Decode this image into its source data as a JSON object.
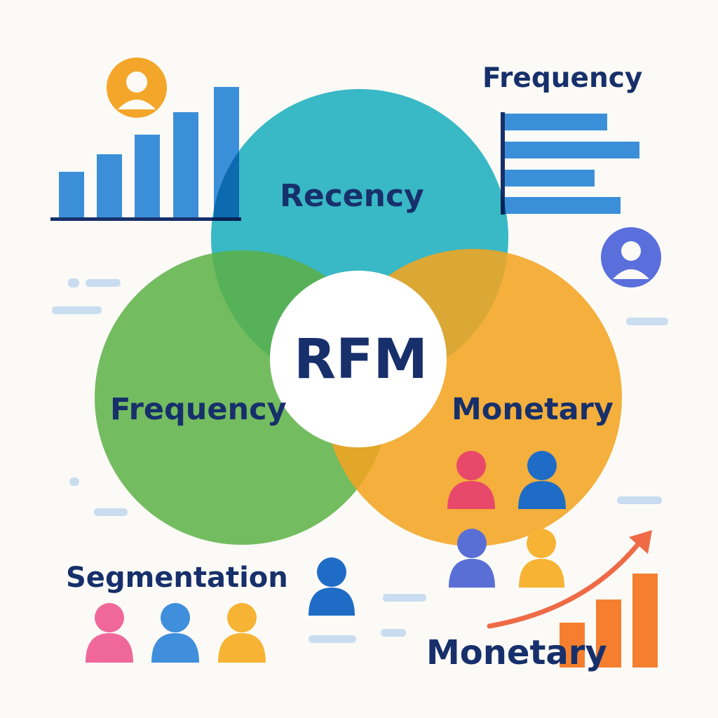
{
  "diagram": {
    "center_label": "RFM",
    "circles": [
      {
        "label": "Recency",
        "color": "#1fb3c6"
      },
      {
        "label": "Frequency",
        "color": "#5db548"
      },
      {
        "label": "Monetary",
        "color": "#f7a823"
      }
    ]
  },
  "labels": {
    "frequency_top_right": "Frequency",
    "segmentation": "Segmentation",
    "monetary_bottom": "Monetary"
  },
  "colors": {
    "navy_text": "#17306b",
    "blue_bars": "#3b8fd9",
    "orange_bars": "#f57f2f",
    "arrow": "#ef6b47",
    "accent_placeholder": "#c9dcf0",
    "icon_orange": "#f4a62a",
    "icon_purple_blue": "#5a6fdc",
    "person_red": "#e8496a",
    "person_blue": "#1f6cc7",
    "person_indigo": "#5a6fd6",
    "person_yellow": "#f6b334",
    "person_pink": "#f0689a",
    "person_sky": "#3f8fdc"
  },
  "icons": [
    "user-avatar-icon",
    "bar-chart-icon",
    "horizontal-bar-chart-icon",
    "person-icon",
    "trend-arrow-icon"
  ]
}
